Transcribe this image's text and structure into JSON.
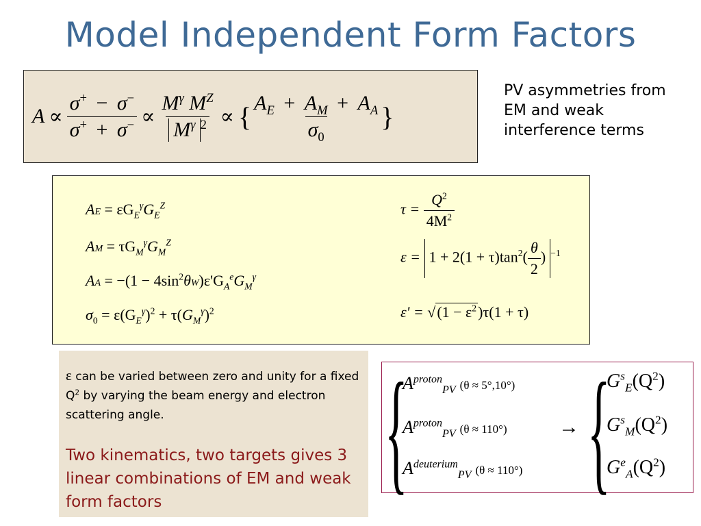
{
  "slide": {
    "title": "Model Independent Form Factors"
  },
  "asymmetry": {
    "A": "A",
    "prop": "∝",
    "sigma": "σ",
    "plus": "+",
    "minus": "−",
    "M": "M",
    "gamma": "γ",
    "Z": "Z",
    "two": "2",
    "lbrace": "{",
    "rbrace": "}",
    "sub_E": "E",
    "sub_M": "M",
    "sub_A": "A",
    "zero": "0"
  },
  "pv_note": {
    "text": "PV asymmetries from EM and weak interference terms"
  },
  "form_factors": {
    "ae_lhs": "A",
    "ae_sub": "E",
    "ae_rhs": "= εG",
    "am_sub": "M",
    "am_rhs": "= τG",
    "aa_sub": "A",
    "aa_rhs": "= −(1 − 4sin",
    "aa_theta": "θ",
    "aa_W": "W",
    "aa_tail": ")ε'G",
    "sigma0": "σ",
    "sigma0_rhs": "= ε(G",
    "tau_lhs": "τ =",
    "tau_num": "Q",
    "tau_den": "4M",
    "eps_lhs": "ε =",
    "eps_inner": "1 + 2(1 + τ)tan",
    "theta": "θ",
    "half": "2",
    "neg1": "−1",
    "epsp_lhs": "ε' =",
    "epsp_sqrt": "(1 − ε",
    "epsp_tail": ")τ(1 + τ)"
  },
  "eps_note": {
    "symbol": "ε",
    "text_a": " can be varied between zero and unity for a fixed Q",
    "sup2": "2",
    "text_b": " by varying the beam energy and electron scattering angle."
  },
  "kin_note": {
    "text": "Two kinematics, two targets gives 3 linear combinations of EM and weak form factors"
  },
  "kinematics": {
    "rows": [
      {
        "tag": "proton",
        "angle": "(θ  ≈  5°,10°)"
      },
      {
        "tag": "proton",
        "angle": "(θ  ≈ 110°)"
      },
      {
        "tag": "deuterium",
        "angle": "(θ  ≈ 110°)"
      }
    ],
    "A": "A",
    "PV": "PV",
    "arrow": "→",
    "G": "G",
    "Q2": "(Q",
    "close": ")",
    "ff_subs": [
      "E",
      "M",
      "A"
    ],
    "ff_sups": [
      "s",
      "s",
      "e"
    ]
  }
}
